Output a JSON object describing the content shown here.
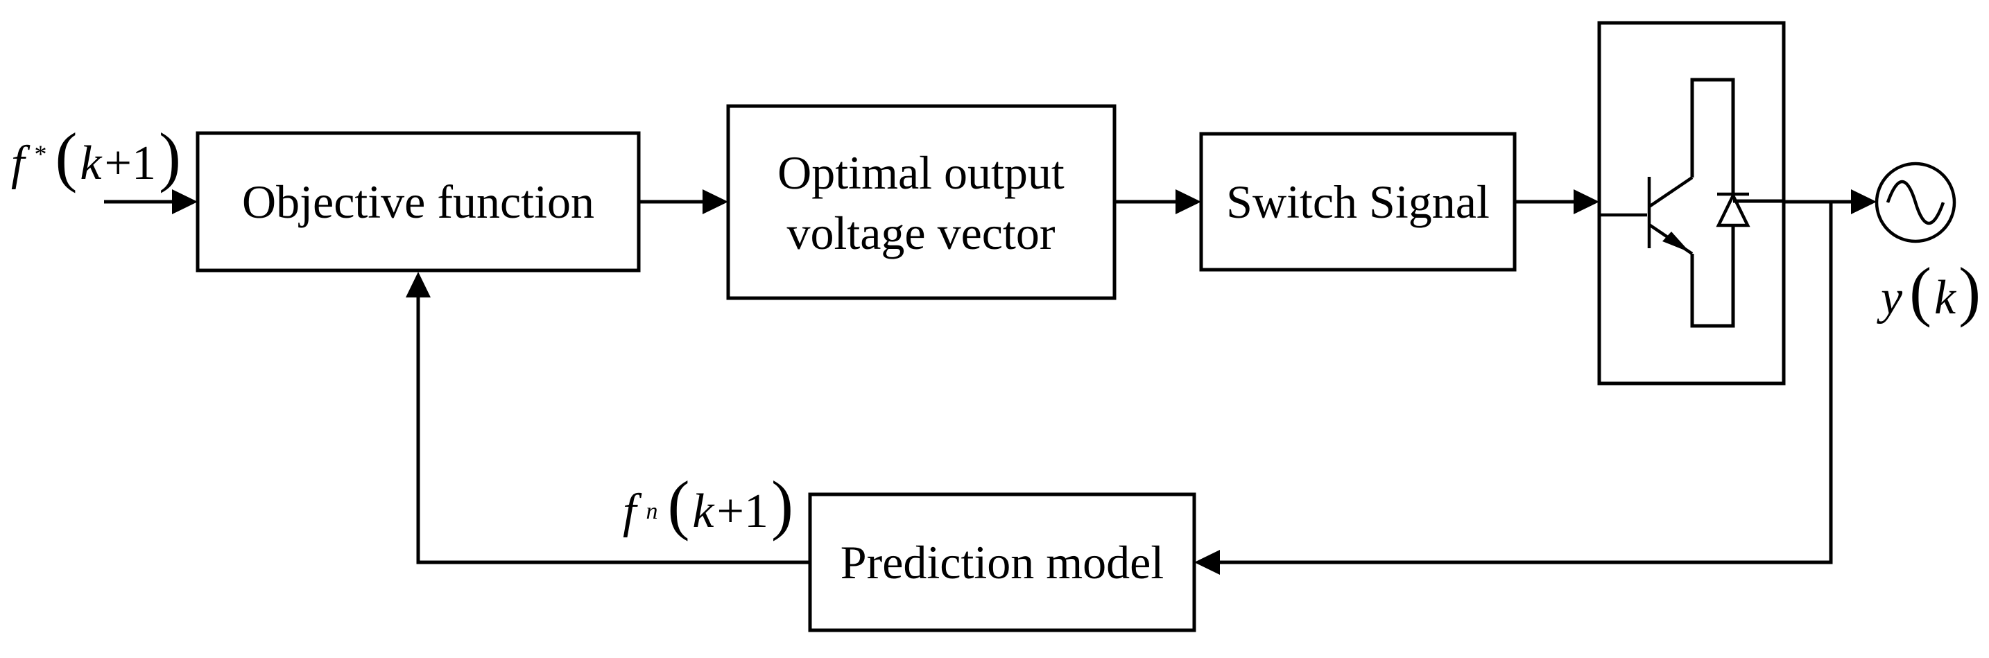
{
  "blocks": {
    "objective": "Objective function",
    "optimal_line1": "Optimal output",
    "optimal_line2": "voltage vector",
    "switch": "Switch Signal",
    "prediction": "Prediction model"
  },
  "signals": {
    "reference": {
      "var": "f",
      "sup": "*",
      "open": "(",
      "arg": "k",
      "plus": "+1",
      "close": ")"
    },
    "predicted": {
      "var": "f",
      "sup": "n",
      "open": "(",
      "arg": "k",
      "plus": "+1",
      "close": ")"
    },
    "output": {
      "var": "y",
      "open": "(",
      "arg": "k",
      "close": ")"
    }
  },
  "icons": [
    "igbt-diode-switch-icon",
    "ac-source-icon",
    "arrow-head-icon"
  ]
}
